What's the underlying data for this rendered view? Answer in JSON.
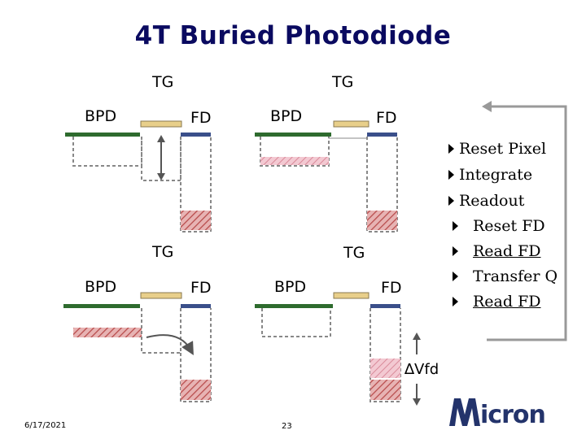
{
  "title": "4T Buried Photodiode",
  "labels": {
    "tg": "TG",
    "bpd": "BPD",
    "fd": "FD"
  },
  "steps": {
    "reset_pixel": "Reset Pixel",
    "integrate": "Integrate",
    "readout": "Readout",
    "reset_fd": "Reset FD",
    "read_fd_1": "Read FD",
    "transfer_q": "Transfer Q",
    "read_fd_2": "Read FD"
  },
  "delta_vfd": "∆Vfd",
  "footer": {
    "date": "6/17/2021",
    "page": "23"
  },
  "logo_text": "Micron",
  "colors": {
    "title": "#0a0a60",
    "bpd_surface": "#2e6b2e",
    "gate": "#e8cf8a",
    "fd_surface": "#3a4f8a",
    "charge": "#c45a5a",
    "logo": "#23336b"
  }
}
